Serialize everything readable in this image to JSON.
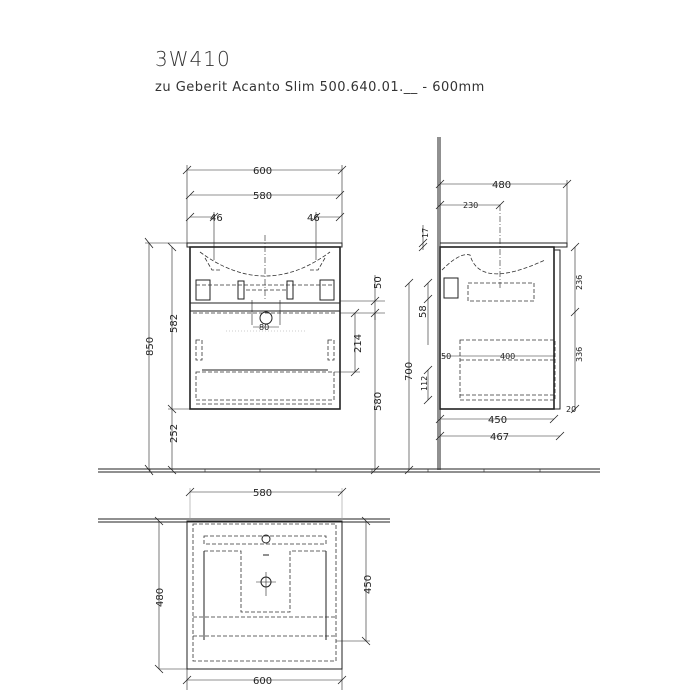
{
  "header": {
    "model": "3W410",
    "description": "zu Geberit Acanto Slim 500.640.01.__ - 600mm"
  },
  "front_view": {
    "width_total": "600",
    "width_inner": "580",
    "offset_left": "46",
    "offset_right": "46",
    "height_total": "850",
    "height_cabinet": "582",
    "height_floor_gap": "252",
    "drawer_gap": "50",
    "drawer_height": "214",
    "height_to_cabinet_bottom": "580",
    "siphon_width": "80"
  },
  "side_view": {
    "depth_total": "480",
    "basin_offset": "230",
    "top_thickness": "17",
    "upper_drawer_height": "236",
    "lower_drawer_height": "336",
    "gap_58": "58",
    "height_700": "700",
    "height_112": "112",
    "offset_50": "50",
    "drawer_depth": "400",
    "cabinet_depth": "450",
    "overall_depth": "467",
    "front_thickness": "20"
  },
  "top_view": {
    "width_top": "580",
    "width_bottom": "600",
    "depth_left": "480",
    "depth_right": "450"
  }
}
